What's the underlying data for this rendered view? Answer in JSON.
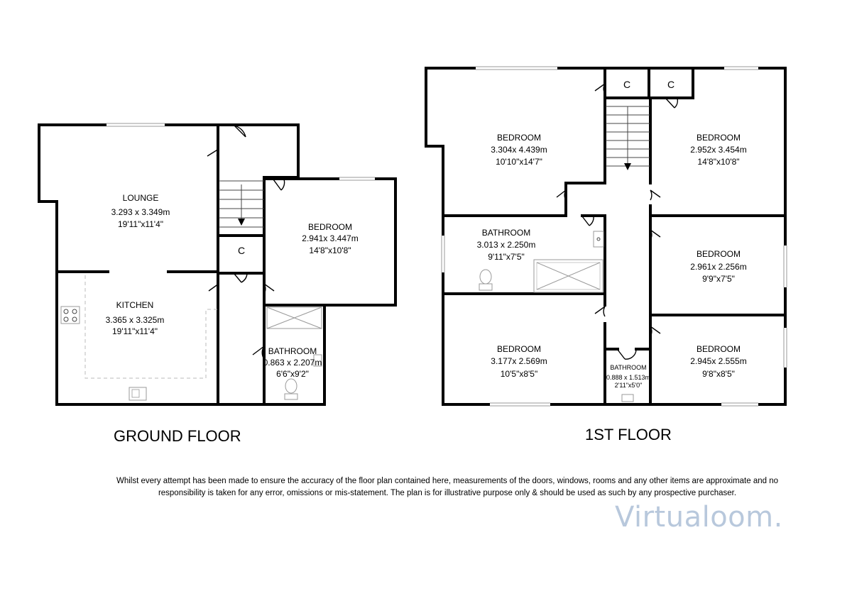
{
  "ground_floor": {
    "title": "GROUND FLOOR",
    "rooms": {
      "lounge": {
        "name": "LOUNGE",
        "metric": "3.293 x 3.349m",
        "imperial": "19'11\"x11'4\""
      },
      "kitchen": {
        "name": "KITCHEN",
        "metric": "3.365 x 3.325m",
        "imperial": "19'11\"x11'4\""
      },
      "bedroom": {
        "name": "BEDROOM",
        "metric": "2.941x 3.447m",
        "imperial": "14'8\"x10'8\""
      },
      "bathroom": {
        "name": "BATHROOM",
        "metric": "0.863 x 2.207m",
        "imperial": "6'6\"x9'2\""
      },
      "cupboard": {
        "name": "C"
      }
    }
  },
  "first_floor": {
    "title": "1ST FLOOR",
    "rooms": {
      "bedroom_1": {
        "name": "BEDROOM",
        "metric": "3.304x 4.439m",
        "imperial": "10'10\"x14'7\""
      },
      "bedroom_2": {
        "name": "BEDROOM",
        "metric": "2.952x 3.454m",
        "imperial": "14'8\"x10'8\""
      },
      "bathroom_main": {
        "name": "BATHROOM",
        "metric": "3.013 x 2.250m",
        "imperial": "9'11\"x7'5\""
      },
      "bedroom_3": {
        "name": "BEDROOM",
        "metric": "2.961x 2.256m",
        "imperial": "9'9\"x7'5\""
      },
      "bedroom_4": {
        "name": "BEDROOM",
        "metric": "3.177x 2.569m",
        "imperial": "10'5\"x8'5\""
      },
      "bathroom_small": {
        "name": "BATHROOM",
        "metric": "0.888 x 1.513m",
        "imperial": "2'11\"x5'0\""
      },
      "bedroom_5": {
        "name": "BEDROOM",
        "metric": "2.945x 2.555m",
        "imperial": "9'8\"x8'5\""
      },
      "cupboard_1": {
        "name": "C"
      },
      "cupboard_2": {
        "name": "C"
      }
    }
  },
  "disclaimer": "Whilst every attempt has been made to ensure the accuracy of the floor plan contained here, measurements of the doors, windows, rooms and any other items are approximate and no responsibility is taken for any error, omissions or mis-statement. The plan is for illustrative purpose only & should be used as such by any prospective purchaser.",
  "brand": "Virtualoom.",
  "colors": {
    "walls": "#000000",
    "brand": "#b8c8dc",
    "fixtures": "#999999"
  }
}
